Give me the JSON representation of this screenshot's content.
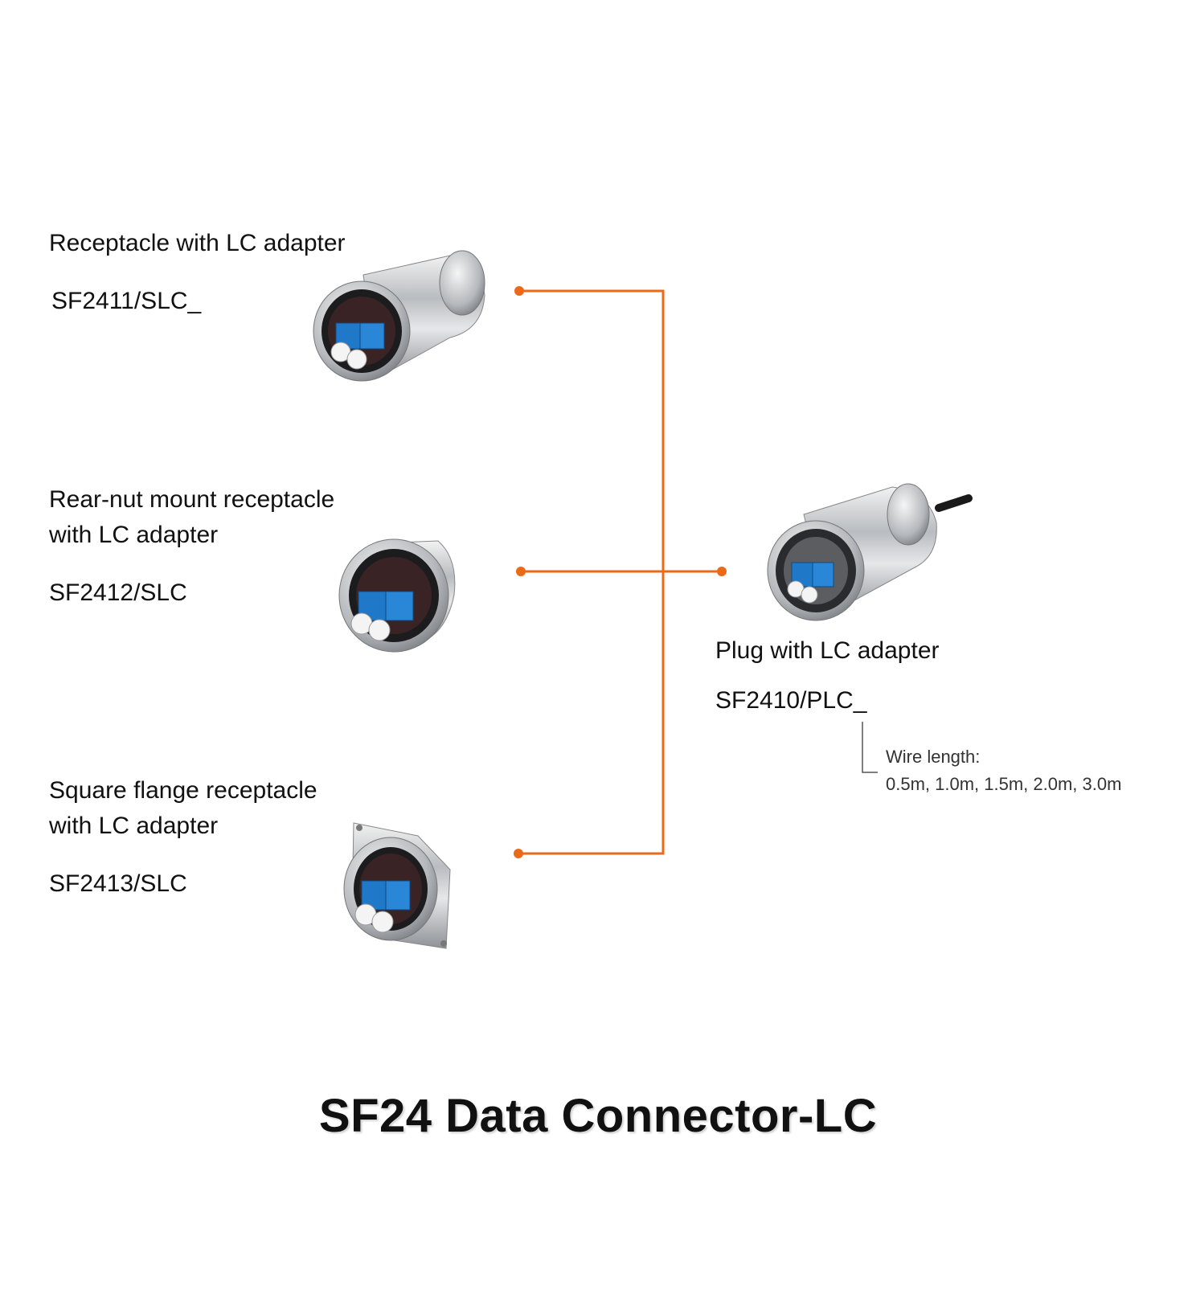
{
  "accent_color": "#ea6a1a",
  "receptacles": [
    {
      "label_lines": [
        "Receptacle with LC adapter"
      ],
      "code": "SF2411/SLC_",
      "icon": "round-receptacle-lc-icon"
    },
    {
      "label_lines": [
        "Rear-nut mount receptacle",
        "with LC adapter"
      ],
      "code": "SF2412/SLC",
      "icon": "rear-nut-receptacle-lc-icon"
    },
    {
      "label_lines": [
        "Square flange receptacle",
        "with LC adapter"
      ],
      "code": "SF2413/SLC",
      "icon": "square-flange-receptacle-lc-icon"
    }
  ],
  "plug": {
    "label": "Plug with LC adapter",
    "code": "SF2410/PLC_",
    "icon": "plug-lc-icon",
    "wire_length_label": "Wire length:",
    "wire_length_values": "0.5m, 1.0m, 1.5m, 2.0m, 3.0m"
  },
  "title": "SF24 Data Connector-LC"
}
